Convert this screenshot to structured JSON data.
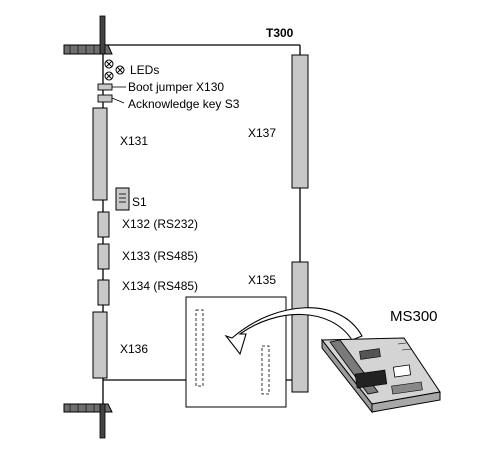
{
  "board": {
    "title": "T300",
    "labels": {
      "leds": "LEDs",
      "boot_jumper": "Boot jumper X130",
      "ack_key": "Acknowledge key S3",
      "x131": "X131",
      "x137": "X137",
      "s1": "S1",
      "x132": "X132 (RS232)",
      "x133": "X133 (RS485)",
      "x134": "X134 (RS485)",
      "x135": "X135",
      "x136": "X136"
    }
  },
  "module": {
    "name": "MS300"
  },
  "colors": {
    "connector_fill": "#c8c8c8",
    "line": "#000000",
    "module_board": "#d4d4d4"
  }
}
